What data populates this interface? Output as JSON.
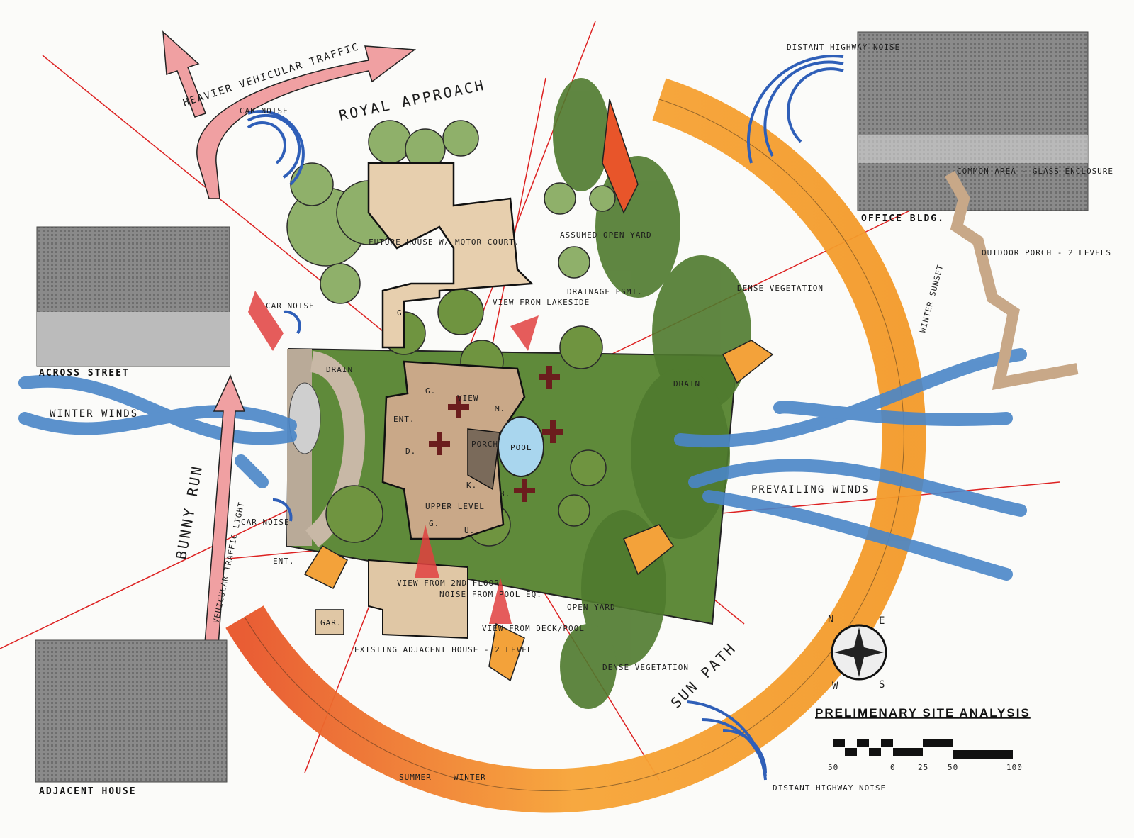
{
  "title": "PRELIMENARY SITE ANALYSIS",
  "scale_bar": {
    "ticks": [
      "50",
      "0",
      "25",
      "50",
      "100"
    ]
  },
  "compass": {
    "letters": [
      "N",
      "E",
      "S",
      "W"
    ]
  },
  "photos": [
    {
      "caption": "OFFICE BLDG."
    },
    {
      "caption": "ACROSS STREET"
    },
    {
      "caption": "ADJACENT HOUSE"
    }
  ],
  "labels": {
    "heavier_traffic": "HEAVIER VEHICULAR TRAFFIC",
    "royal_approach": "ROYAL APPROACH",
    "car_noise": "CAR NOISE",
    "distant_highway_noise": "DISTANT HIGHWAY NOISE",
    "common_area": "COMMON AREA - GLASS ENCLOSURE",
    "outdoor_porch": "OUTDOOR PORCH - 2 LEVELS",
    "winter_winds": "WINTER WINDS",
    "bunny_run": "BUNNY RUN",
    "vehicular_traffic_light": "VEHICULAR TRAFFIC LIGHT",
    "future_house": "FUTURE HOUSE W/ MOTOR COURT.",
    "view_from_lakeside": "VIEW FROM LAKESIDE",
    "view": "VIEW",
    "assumed_open_yard": "ASSUMED OPEN YARD",
    "drainage_esmt": "DRAINAGE ESMT.",
    "dense_vegetation": "DENSE VEGETATION",
    "winter_sunset": "WINTER SUNSET",
    "prevailing_winds": "PREVAILING WINDS",
    "sun_path": "SUN PATH",
    "pool": "POOL",
    "porch": "PORCH",
    "ent": "ENT.",
    "upper_level": "UPPER LEVEL",
    "g": "G.",
    "m": "M.",
    "b": "B.",
    "k": "K.",
    "d": "D.",
    "u": "U.",
    "ent_drive": "ENT.",
    "view_from_2nd_floor": "VIEW FROM 2ND FLOOR",
    "noise_from_pool_eq": "NOISE FROM POOL EQ.",
    "view_from_deck_pool": "VIEW FROM DECK/POOL",
    "existing_adjacent_house": "EXISTING ADJACENT HOUSE - 2 LEVEL",
    "gar": "GAR.",
    "open_yard": "OPEN YARD",
    "summer": "SUMMER",
    "winter": "WINTER",
    "drain": "DRAIN"
  },
  "colors": {
    "sun_path": "#f39a2a",
    "sun_path_dark": "#e8552a",
    "lot_green": "#5f8a3a",
    "tree_green": "#8fb06a",
    "house_tan": "#e7cfae",
    "wind_blue": "#4a86c8",
    "traffic_pink": "#f0a0a2",
    "view_red": "#d92b2b",
    "pool_blue": "#a9d6ee"
  }
}
